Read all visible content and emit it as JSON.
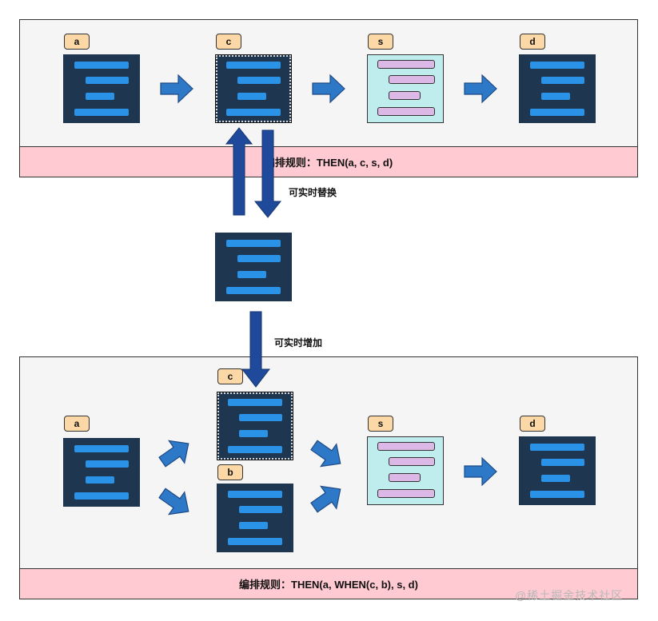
{
  "top_panel": {
    "nodes": [
      {
        "tag": "a",
        "style": "dark"
      },
      {
        "tag": "c",
        "style": "dark-dotted"
      },
      {
        "tag": "s",
        "style": "light"
      },
      {
        "tag": "d",
        "style": "dark"
      }
    ],
    "rule_text": "编排规则：THEN(a, c, s, d)"
  },
  "replace_label": "可实时替换",
  "add_label": "可实时增加",
  "bottom_panel": {
    "nodes": [
      {
        "tag": "a",
        "style": "dark"
      },
      {
        "tag": "c",
        "style": "dark-dotted"
      },
      {
        "tag": "b",
        "style": "dark"
      },
      {
        "tag": "s",
        "style": "light"
      },
      {
        "tag": "d",
        "style": "dark"
      }
    ],
    "rule_text": "编排规则：THEN(a, WHEN(c, b), s, d)"
  },
  "watermark": "@稀土掘金技术社区",
  "colors": {
    "panel_bg": "#f5f5f5",
    "rule_bar": "#ffcad2",
    "card_dark": "#1e3650",
    "card_light": "#bfecec",
    "bar_blue": "#2a93e8",
    "bar_purple": "#dcb8e6",
    "tag_bg": "#fbd8a6",
    "arrow_blue": "#2e78c8",
    "arrow_navy": "#1f4a9c"
  }
}
